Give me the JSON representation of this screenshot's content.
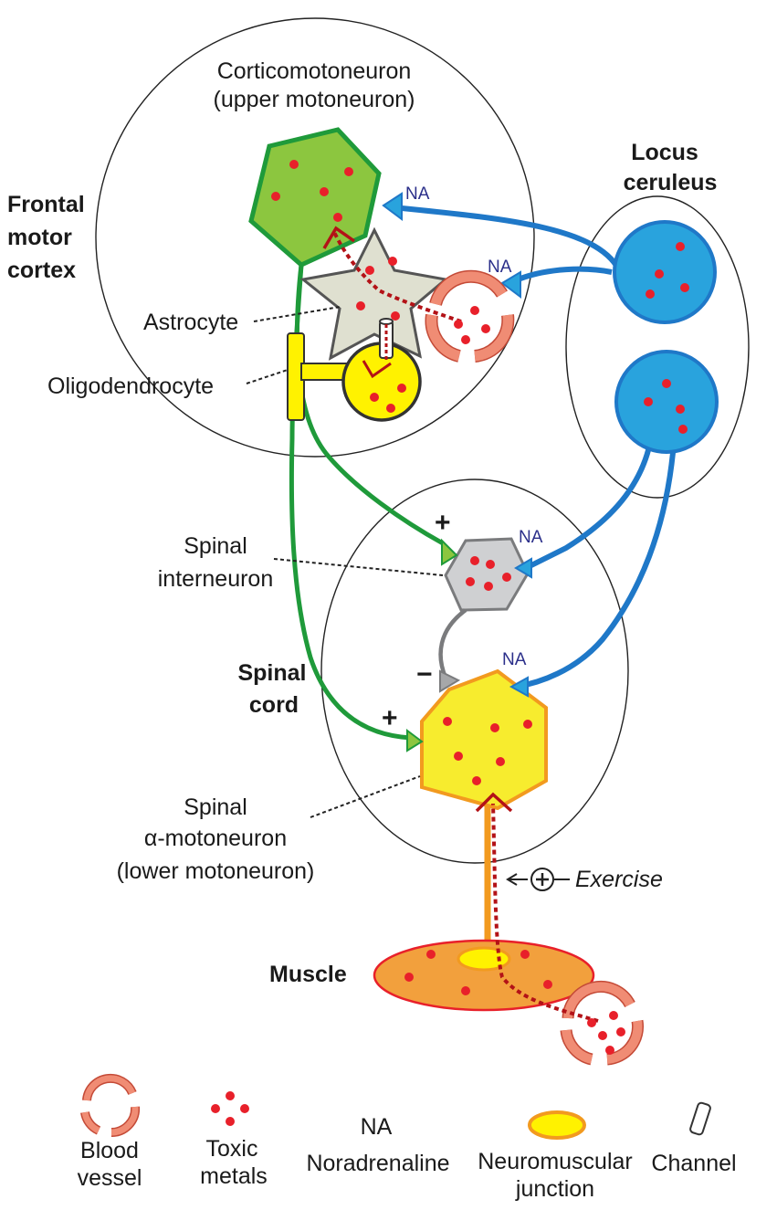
{
  "labels": {
    "cortex_neuron_line1": "Corticomotoneuron",
    "cortex_neuron_line2": "(upper motoneuron)",
    "frontal_line1": "Frontal",
    "frontal_line2": "motor",
    "frontal_line3": "cortex",
    "locus_line1": "Locus",
    "locus_line2": "ceruleus",
    "astrocyte": "Astrocyte",
    "oligodendrocyte": "Oligodendrocyte",
    "na": "NA",
    "spinal_inter_line1": "Spinal",
    "spinal_inter_line2": "interneuron",
    "spinal_cord_line1": "Spinal",
    "spinal_cord_line2": "cord",
    "spinal_alpha_line1": "Spinal",
    "spinal_alpha_line2": "α-motoneuron",
    "spinal_alpha_line3": "(lower motoneuron)",
    "exercise": "Exercise",
    "muscle": "Muscle",
    "plus": "+",
    "minus": "−"
  },
  "legend": {
    "blood_vessel_line1": "Blood",
    "blood_vessel_line2": "vessel",
    "toxic_line1": "Toxic",
    "toxic_line2": "metals",
    "na_symbol": "NA",
    "noradrenaline": "Noradrenaline",
    "nmj_line1": "Neuromuscular",
    "nmj_line2": "junction",
    "channel": "Channel"
  },
  "colors": {
    "upper_motoneuron": "#8cc63f",
    "pathway_green": "#1f9a3a",
    "locus_blue": "#29a3dd",
    "noradrenergic_blue": "#1f78c8",
    "interneuron_gray": "#cfd0d2",
    "lower_motoneuron": "#f7ec2e",
    "motoneuron_orange": "#f29a1f",
    "astrocyte_fill": "#dfe0d0",
    "oligodendrocyte_yellow": "#fff200",
    "vessel_salmon": "#f08c74",
    "toxic_red": "#e8202a",
    "muscle_orange": "#f2a03d"
  }
}
